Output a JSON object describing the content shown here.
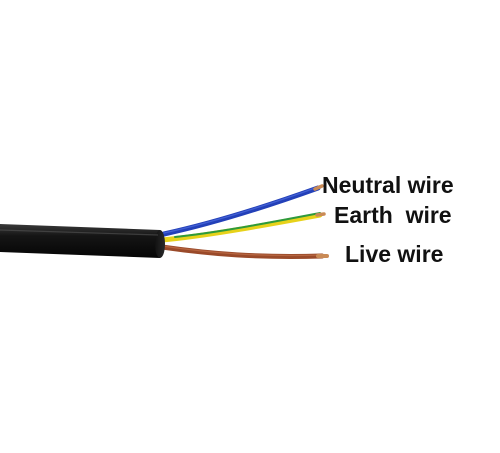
{
  "labels": {
    "neutral": "Neutral wire",
    "earth": "Earth  wire",
    "live": "Live wire"
  },
  "colors": {
    "sheath": "#141414",
    "neutral_wire": "#2340b8",
    "earth_wire_yellow": "#e7d21a",
    "earth_wire_green": "#2e9a3c",
    "live_wire": "#9a4a2a",
    "copper_tip": "#c98a55"
  }
}
